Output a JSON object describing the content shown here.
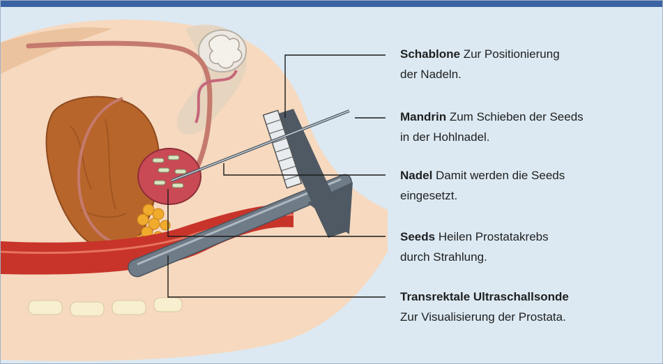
{
  "colors": {
    "background": "#dce9f2",
    "top_bar": "#3b63a3",
    "skin": "#f6d9bf",
    "skin_shadow": "#ecc39f",
    "bladder": "#b8652b",
    "prostate": "#c94a55",
    "rectum": "#c8342a",
    "seed_clusters": "#f0ab2c",
    "probe": "#6f7b86",
    "leader_lines": "#1a1a1a"
  },
  "labels": [
    {
      "term": "Schablone",
      "line1": "Zur Positionierung",
      "line2": "der Nadeln."
    },
    {
      "term": "Mandrin",
      "line1": "Zum Schieben der Seeds",
      "line2": "in der Hohlnadel."
    },
    {
      "term": "Nadel",
      "line1": "Damit werden die Seeds",
      "line2": "eingesetzt."
    },
    {
      "term": "Seeds",
      "line1": "Heilen Prostatakrebs",
      "line2": "durch Strahlung."
    },
    {
      "term": "Transrektale Ultraschallsonde",
      "line1": "",
      "line2": "Zur Visualisierung der Prostata."
    }
  ]
}
